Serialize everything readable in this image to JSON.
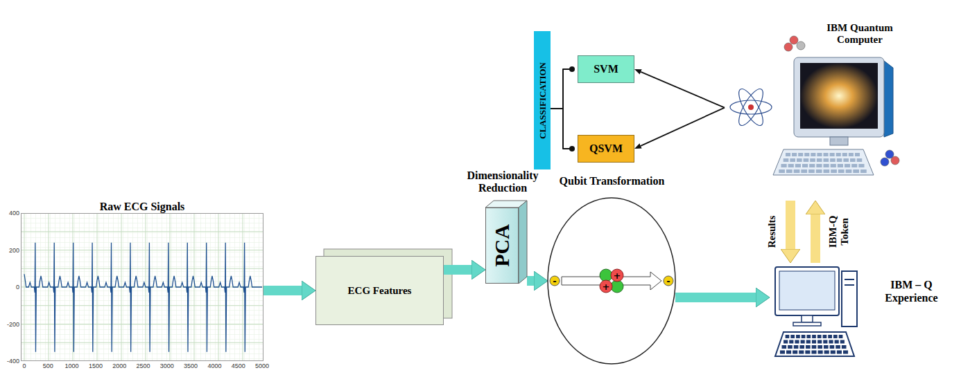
{
  "diagram": {
    "nodes": [
      {
        "text": []
      },
      {
        "text": [
          "CLASSIFICATION"
        ],
        "in": 0
      },
      {
        "text": [
          "SVM"
        ],
        "in": 0
      },
      {
        "text": [
          "QSVM"
        ],
        "in": 0
      },
      {
        "text": [
          "IBM Quantum Computer"
        ],
        "in": 0
      },
      {
        "text": [
          "Raw ECG Signals"
        ]
      },
      {
        "text": [
          "ECG Features"
        ]
      },
      {
        "text": [
          "Dimensionality Reduction",
          "PCA"
        ]
      },
      {
        "text": [
          "Qubit Transformation"
        ]
      },
      {
        "text": [
          "IBM – Q Experience"
        ]
      }
    ],
    "edges": [
      {
        "from": 1,
        "to": 2,
        "arrow": "none"
      },
      {
        "from": 1,
        "to": 3,
        "arrow": "none"
      },
      {
        "from": 4,
        "to": 2,
        "arrow": "to"
      },
      {
        "from": 4,
        "to": 3,
        "arrow": "to"
      },
      {
        "from": 5,
        "to": 6,
        "arrow": "to"
      },
      {
        "from": 6,
        "to": 7,
        "arrow": "to"
      },
      {
        "from": 7,
        "to": 8,
        "arrow": "to"
      },
      {
        "from": 8,
        "to": 9,
        "arrow": "to"
      },
      {
        "from": 0,
        "to": 9,
        "label": "Results",
        "arrow": "to"
      },
      {
        "from": 9,
        "to": 0,
        "label": "IBM-Q Token",
        "arrow": "to"
      }
    ],
    "labels": [
      "400",
      "200",
      "0",
      "-200",
      "-400",
      "0",
      "500",
      "1000",
      "1500",
      "2000",
      "2500",
      "3000",
      "3500",
      "4000",
      "4500",
      "5000",
      "+",
      "+",
      "-",
      "-"
    ]
  }
}
